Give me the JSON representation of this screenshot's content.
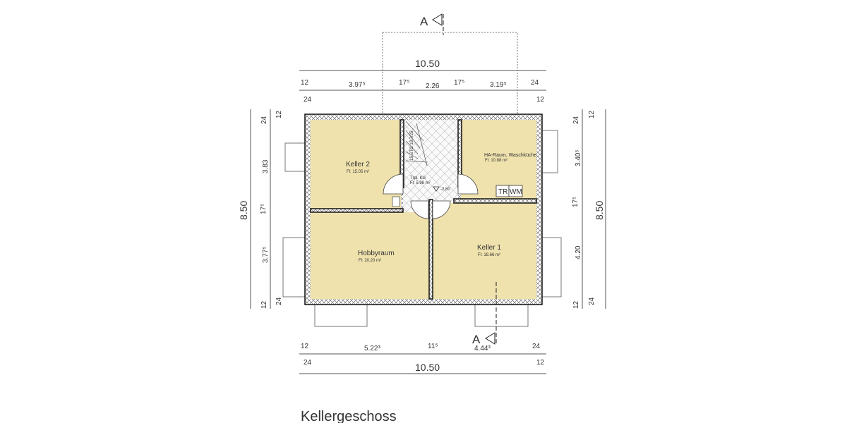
{
  "title": "Kellergeschoss",
  "section_marker": "A",
  "colors": {
    "room_fill": "#efe2ad",
    "wall": "#111111"
  },
  "rooms": [
    {
      "name": "Keller 2",
      "area": "Fl:  15.05 m²"
    },
    {
      "name": "Trpl. KG",
      "area": "Fl: 5.98 m²"
    },
    {
      "name": "HA-Raum, Waschküche",
      "area": "Fl: 10.88 m²"
    },
    {
      "name": "Hobbyraum",
      "area": "Fl:  20.20 m²"
    },
    {
      "name": "Keller 1",
      "area": "Fl:  18.66 m²"
    }
  ],
  "level_mark": "-2.80",
  "appliances": [
    "TR",
    "WM"
  ],
  "stair_label": "15 STG 18.7/25",
  "dimensions": {
    "top_overall": "10.50",
    "top_segments": [
      "12",
      "24",
      "3.97⁵",
      "17⁵",
      "2.26",
      "17⁵",
      "3.19⁵",
      "24",
      "12"
    ],
    "bottom_overall": "10.50",
    "bottom_segments": [
      "12",
      "24",
      "5.22³",
      "11⁵",
      "4.44³",
      "24",
      "12"
    ],
    "left_overall": "8.50",
    "left_segments": [
      "24",
      "12",
      "3.83",
      "17⁵",
      "3.77⁵",
      "12",
      "24"
    ],
    "right_overall": "8.50",
    "right_segments": [
      "24",
      "12",
      "3.40⁵",
      "17⁵",
      "4.20",
      "12",
      "24"
    ]
  }
}
